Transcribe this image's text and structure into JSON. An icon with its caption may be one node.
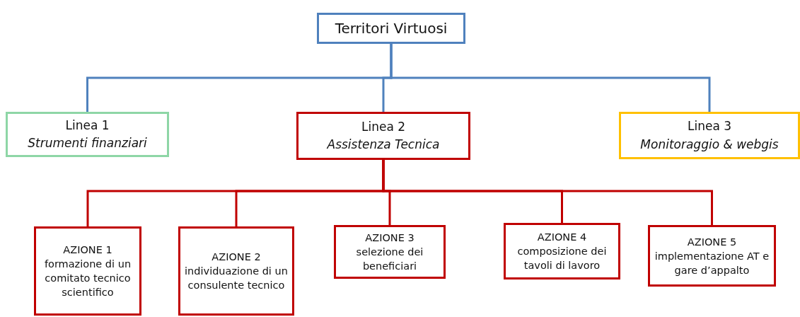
{
  "diagram": {
    "nodes": [
      {
        "text": [
          "Territori Virtuosi"
        ]
      },
      {
        "text": [
          "Linea 1",
          "Strumenti finanziari"
        ]
      },
      {
        "text": [
          "Linea 2",
          "Assistenza Tecnica"
        ]
      },
      {
        "text": [
          "Linea 3",
          "Monitoraggio & webgis"
        ]
      },
      {
        "text": [
          "AZIONE 1",
          "formazione di un comitato tecnico scientifico"
        ]
      },
      {
        "text": [
          "AZIONE 2",
          "individuazione di un consulente tecnico"
        ]
      },
      {
        "text": [
          "AZIONE 3",
          "selezione dei beneficiari"
        ]
      },
      {
        "text": [
          "AZIONE 4",
          "composizione dei tavoli di lavoro"
        ]
      },
      {
        "text": [
          "AZIONE 5",
          "implementazione AT e gare d’appalto"
        ]
      }
    ],
    "edges": [
      {
        "from": 0,
        "to": 1,
        "arrow": "none",
        "color": "#4f81bd"
      },
      {
        "from": 0,
        "to": 2,
        "arrow": "none",
        "color": "#4f81bd"
      },
      {
        "from": 0,
        "to": 3,
        "arrow": "none",
        "color": "#4f81bd"
      },
      {
        "from": 2,
        "to": 4,
        "arrow": "none"
      },
      {
        "from": 2,
        "to": 5,
        "arrow": "none"
      },
      {
        "from": 2,
        "to": 6,
        "arrow": "none"
      },
      {
        "from": 2,
        "to": 7,
        "arrow": "none"
      },
      {
        "from": 2,
        "to": 8,
        "arrow": "none"
      }
    ]
  }
}
